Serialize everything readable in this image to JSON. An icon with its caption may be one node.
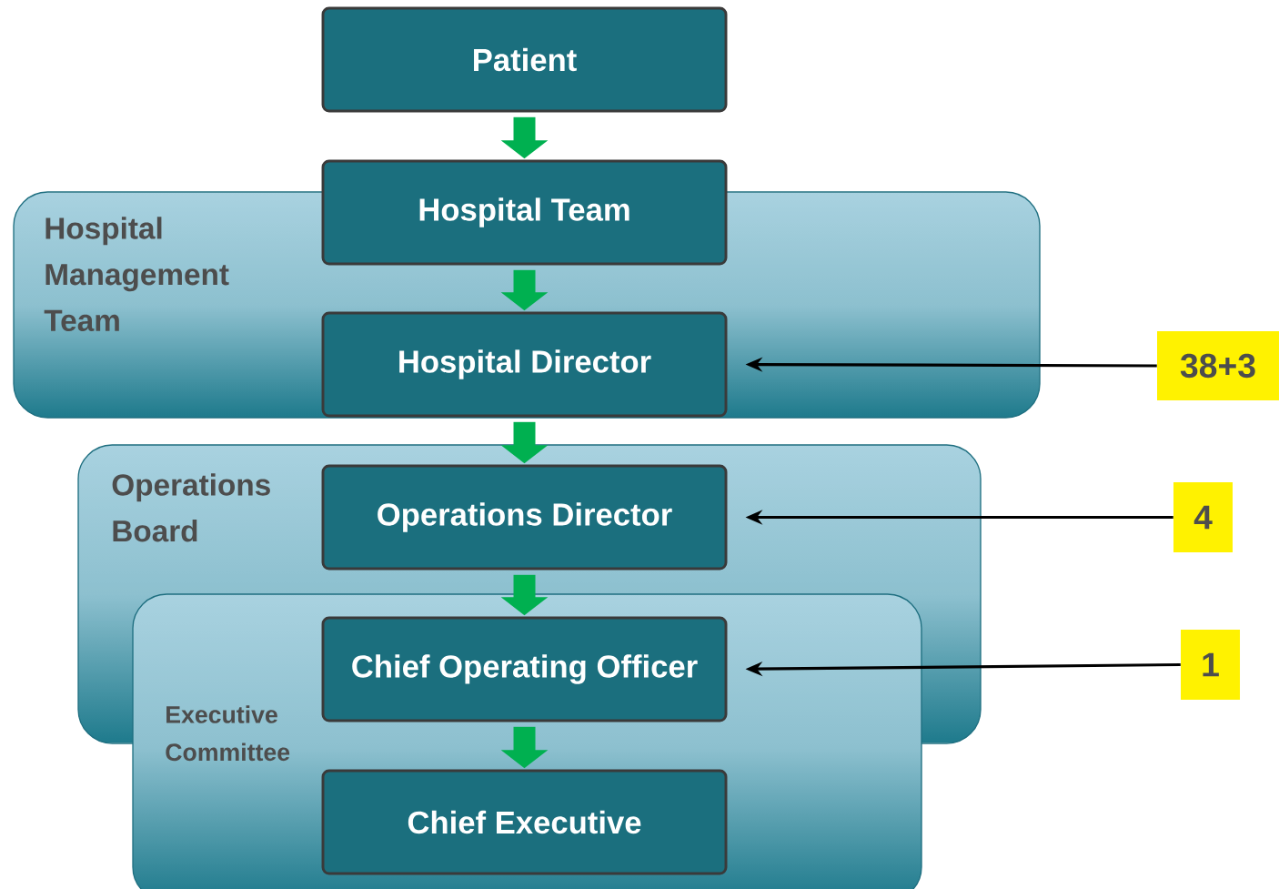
{
  "diagram": {
    "nodes": [
      {
        "text": [
          "Patient"
        ]
      },
      {
        "text": [
          "Hospital Management Team"
        ]
      },
      {
        "text": [
          "Hospital Team"
        ]
      },
      {
        "text": [
          "Hospital Director"
        ],
        "in": 1
      },
      {
        "text": [
          "Operations Board"
        ]
      },
      {
        "text": [
          "Operations Director"
        ],
        "in": 4
      },
      {
        "text": [
          "Executive Committee"
        ]
      },
      {
        "text": [
          "Chief Operating Officer"
        ]
      },
      {
        "text": [
          "Chief Executive"
        ],
        "in": 6
      },
      {
        "text": [
          "38+3"
        ]
      },
      {
        "text": [
          "4"
        ]
      },
      {
        "text": [
          "1"
        ]
      }
    ],
    "edges": [
      {
        "from": 0,
        "to": 2,
        "arrow": "to"
      },
      {
        "from": 2,
        "to": 3,
        "arrow": "to"
      },
      {
        "from": 3,
        "to": 5,
        "arrow": "to"
      },
      {
        "from": 5,
        "to": 7,
        "arrow": "to"
      },
      {
        "from": 7,
        "to": 8,
        "arrow": "to"
      },
      {
        "from": 9,
        "to": 3,
        "arrow": "to",
        "color": "#000000"
      },
      {
        "from": 10,
        "to": 5,
        "arrow": "to",
        "color": "#000000"
      },
      {
        "from": 11,
        "to": 7,
        "arrow": "to",
        "color": "#000000"
      }
    ]
  }
}
